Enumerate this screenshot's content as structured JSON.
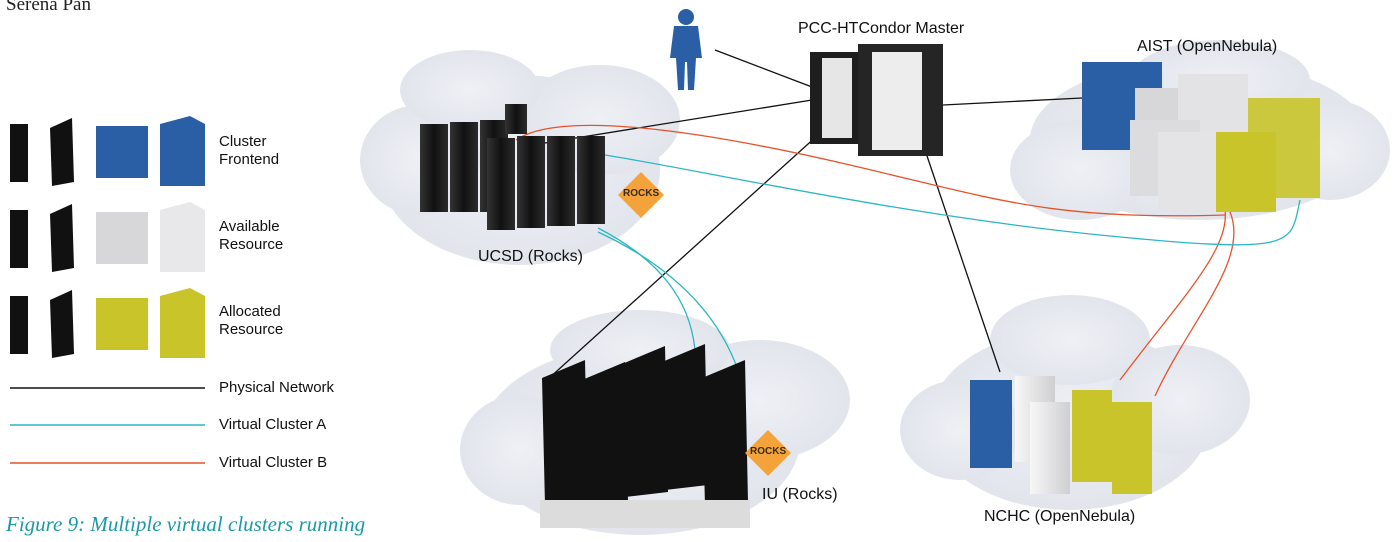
{
  "header": {
    "author": "Serena Pan"
  },
  "legend": {
    "cluster_frontend": "Cluster\nFrontend",
    "available_resource": "Available\nResource",
    "allocated_resource": "Allocated\nResource",
    "physical_network": "Physical Network",
    "virtual_cluster_a": "Virtual Cluster A",
    "virtual_cluster_b": "Virtual Cluster B"
  },
  "caption": {
    "line1": "Figure 9: Multiple virtual clusters running"
  },
  "nodes": {
    "master": "PCC-HTCondor Master",
    "aist": "AIST (OpenNebula)",
    "ucsd": "UCSD (Rocks)",
    "iu": "IU (Rocks)",
    "nchc": "NCHC (OpenNebula)",
    "rocks_badge": "ROCKS"
  },
  "colors": {
    "physical": "#111111",
    "virtual_a": "#2bb6c4",
    "virtual_b": "#e5532b",
    "frontend_blue": "#2a5fa6",
    "allocated_yellow": "#c9c42a",
    "available_gray": "#d7d7d9",
    "cloud": "#e6e9ef",
    "rocks_orange": "#f3a33a"
  }
}
